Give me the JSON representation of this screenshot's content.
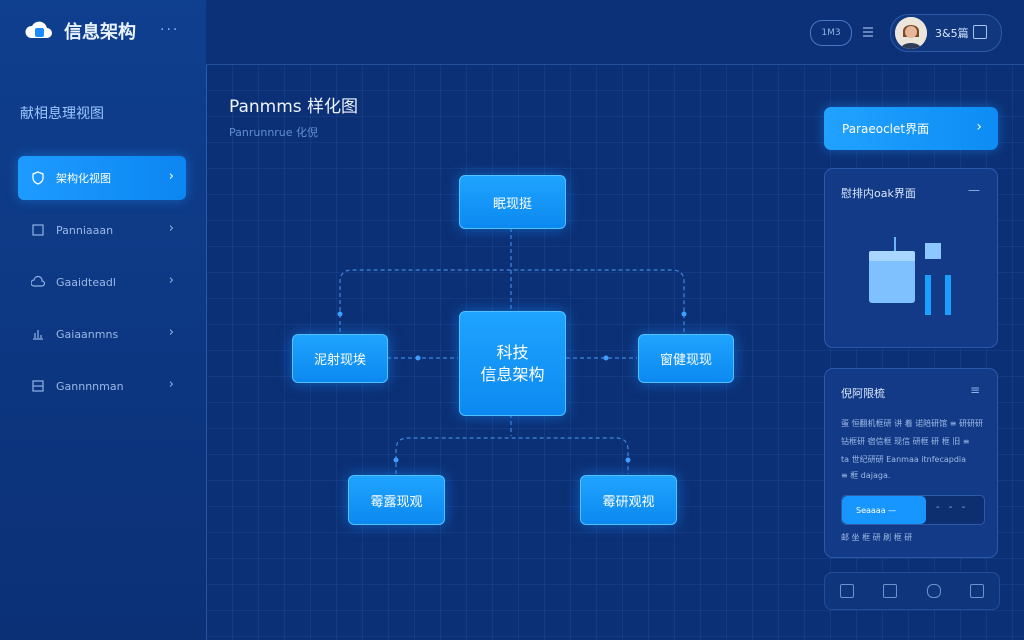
{
  "brand": {
    "name": "信息架构",
    "more": "···"
  },
  "sidebar": {
    "heading": "献相息理视图",
    "items": [
      {
        "label": "架构化视图",
        "icon": "shield-icon",
        "active": true
      },
      {
        "label": "Panniaaan",
        "icon": "square-icon",
        "active": false
      },
      {
        "label": "Gaaidteadl",
        "icon": "cloud-icon",
        "active": false
      },
      {
        "label": "Gaiaanmns",
        "icon": "chart-icon",
        "active": false
      },
      {
        "label": "Gannnnman",
        "icon": "panel-icon",
        "active": false
      }
    ]
  },
  "topbar": {
    "chip": "1M3",
    "user_name": "3&5篇"
  },
  "main": {
    "title": "Panmms 样化图",
    "subtitle": "Panrunnrue 化倪"
  },
  "diagram": {
    "top": "眠现挺",
    "center_line1": "科技",
    "center_line2": "信息架构",
    "left": "泥射现埃",
    "right": "窗健现现",
    "bottom_left": "霉露现观",
    "bottom_right": "霉研观视"
  },
  "right": {
    "primary_button": "Paraeoclet界面",
    "card1": {
      "title": "慰排内oak界面",
      "menu": "—"
    },
    "card2": {
      "title": "倪阿限梳",
      "menu": "≡",
      "lines": [
        "蛋 恒翻机框研 讲 着 诺陪研馆 ≡ 研研研",
        "钻框研 宿信框 现信 研框 研 框 旧 ≡",
        "ta 世纪研研 Eanmaa itnfecapdia",
        "≡ 框 dajaga."
      ],
      "segment_active": "Seaaaa —",
      "segment_dots": "- - -",
      "footer": "邮 坐 框 研 刷 框 研"
    }
  }
}
